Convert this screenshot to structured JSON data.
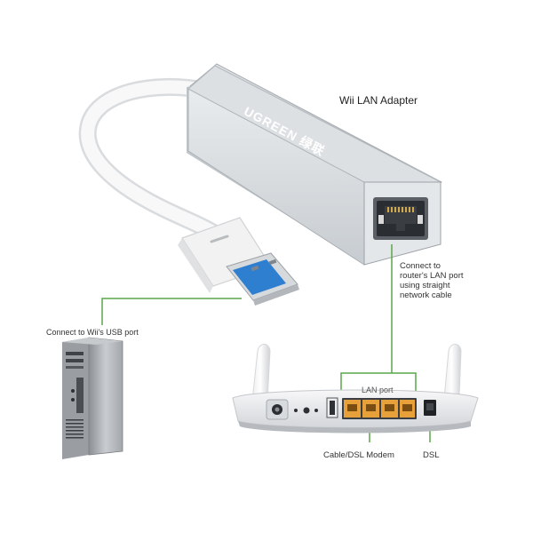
{
  "labels": {
    "adapter_title": "Wii LAN Adapter",
    "usb_connect": "Connect to Wii's USB port",
    "router_connect_line1": "Connect to",
    "router_connect_line2": "router's LAN port",
    "router_connect_line3": "using straight",
    "router_connect_line4": "network cable",
    "lan_port": "LAN port",
    "modem": "Cable/DSL Modem",
    "dsl": "DSL"
  },
  "brand_text": "UGREEN 绿联",
  "colors": {
    "connector_line": "#5aa54a",
    "usb_blue": "#2f7fd1",
    "aluminum": "#c9cdd1",
    "lan_port_orange": "#e8a13a",
    "cable_white": "#f4f4f4"
  },
  "icons": [
    "usb-plug-icon",
    "rj45-port-icon",
    "desktop-pc-icon",
    "router-icon"
  ]
}
